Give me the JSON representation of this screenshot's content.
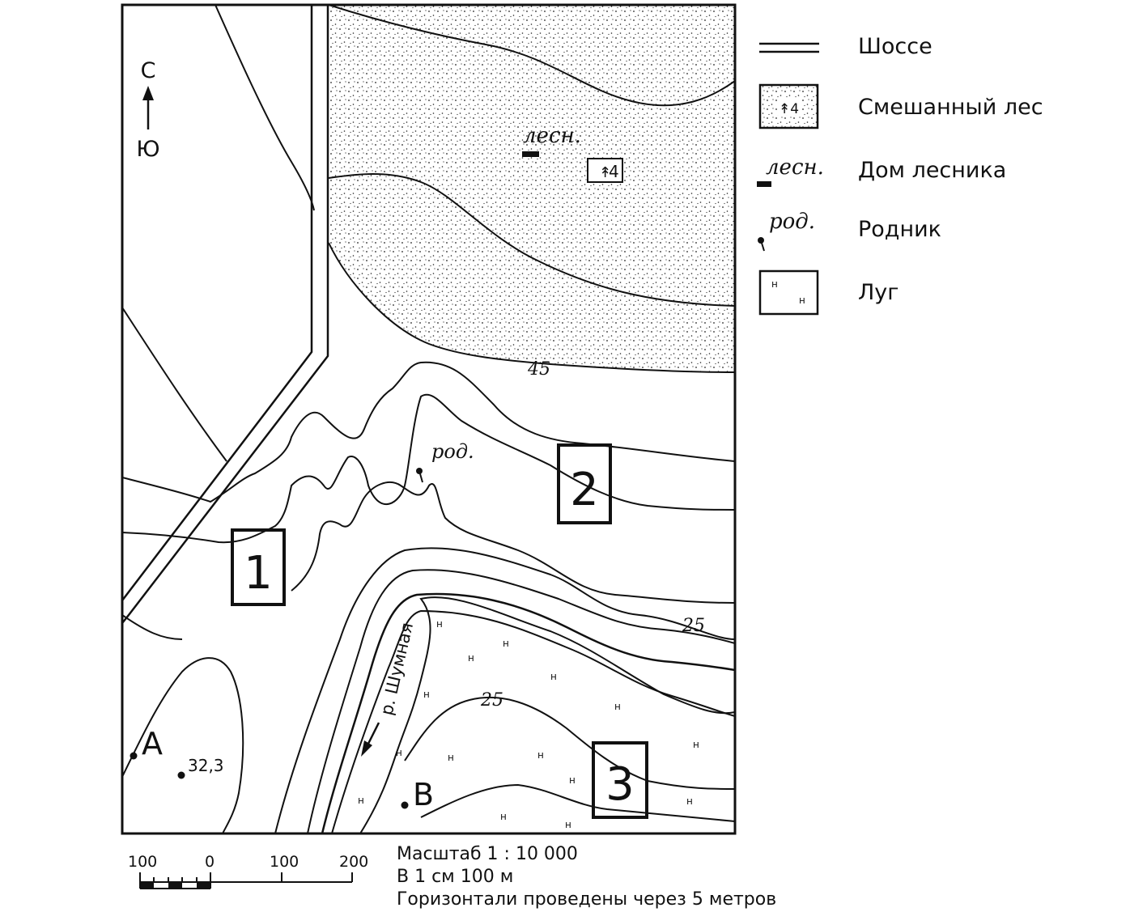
{
  "compass": {
    "north": "С",
    "south": "Ю"
  },
  "legend": {
    "highway": "Шоссе",
    "mixed_forest": "Смешанный лес",
    "forester_house": "Дом лесника",
    "spring": "Родник",
    "meadow": "Луг",
    "forester_abbr": "лесн.",
    "spring_abbr": "род."
  },
  "map": {
    "forester_label": "лесн.",
    "spring_label": "род.",
    "forest_tree_number": "4",
    "river_label": "р. Шумная",
    "contour_45": "45",
    "contour_25_a": "25",
    "contour_25_b": "25",
    "point_a": "A",
    "point_b": "B",
    "elevation_mark": "32,3",
    "box_1": "1",
    "box_2": "2",
    "box_3": "3"
  },
  "scale_bar": {
    "ticks": [
      "100",
      "0",
      "100",
      "200"
    ],
    "scale_text": "Масштаб 1 : 10 000",
    "cm_text": "В 1 см 100 м",
    "contour_text": "Горизонтали проведены через 5 метров"
  },
  "colors": {
    "ink": "#111111",
    "paper": "#ffffff"
  }
}
